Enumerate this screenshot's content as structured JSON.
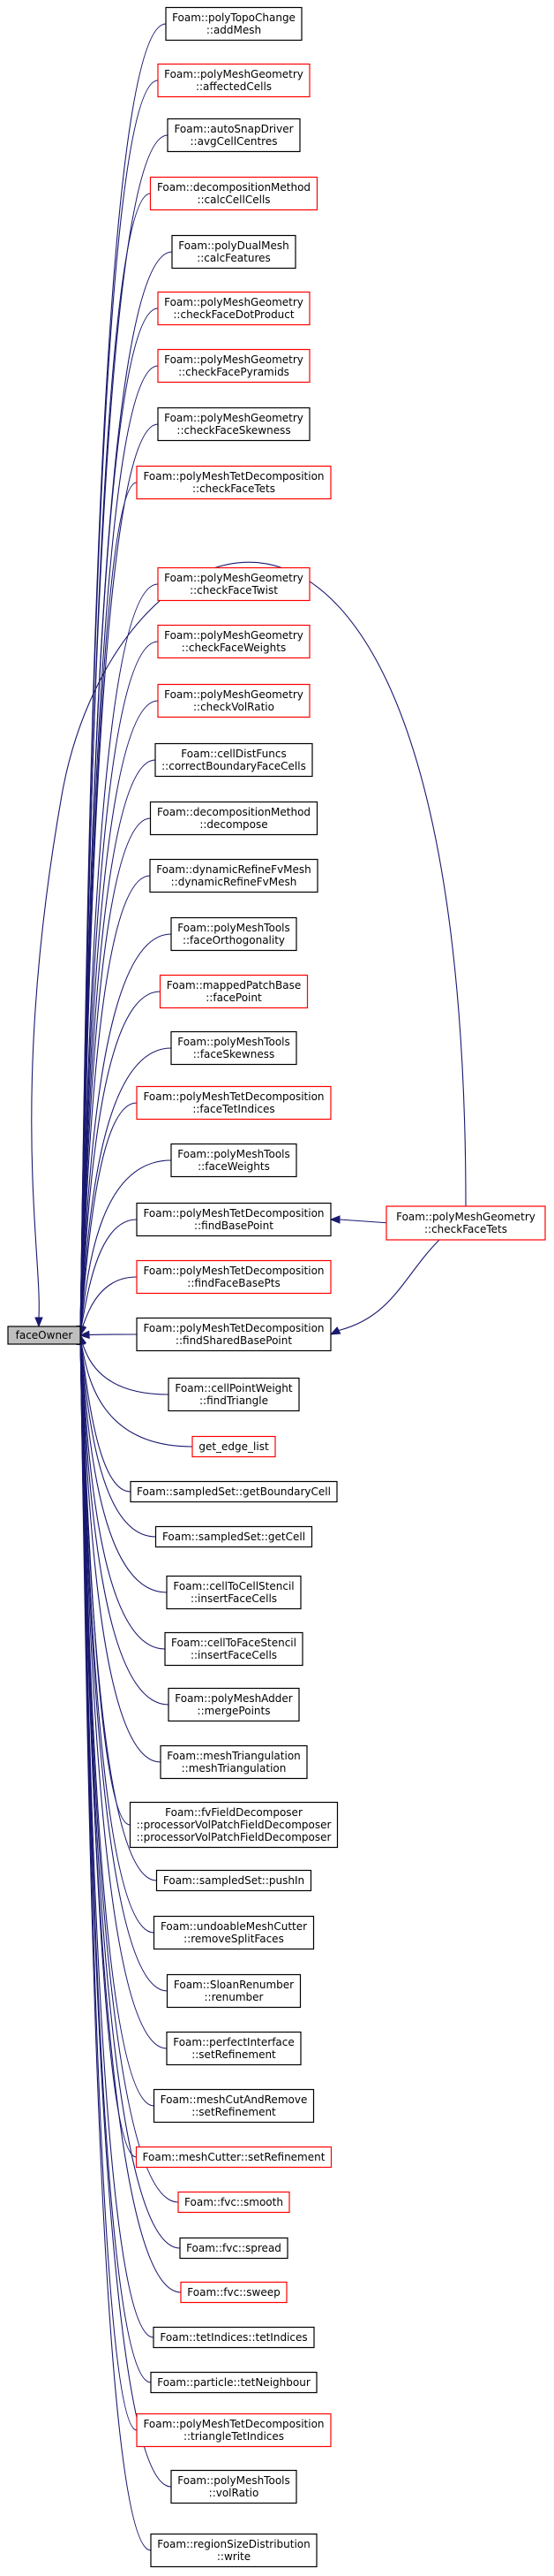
{
  "colors": {
    "edge": "#191970",
    "border_black": "#000000",
    "border_red": "#ff0000",
    "focus_fill": "#bfbfbf"
  },
  "root": {
    "id": "root",
    "lines": [
      "faceOwner"
    ],
    "border": "black",
    "focus": true
  },
  "nodes": [
    {
      "id": "n0",
      "lines": [
        "Foam::polyTopoChange",
        "::addMesh"
      ],
      "border": "black"
    },
    {
      "id": "n1",
      "lines": [
        "Foam::polyMeshGeometry",
        "::affectedCells"
      ],
      "border": "red"
    },
    {
      "id": "n2",
      "lines": [
        "Foam::autoSnapDriver",
        "::avgCellCentres"
      ],
      "border": "black"
    },
    {
      "id": "n3",
      "lines": [
        "Foam::decompositionMethod",
        "::calcCellCells"
      ],
      "border": "red"
    },
    {
      "id": "n4",
      "lines": [
        "Foam::polyDualMesh",
        "::calcFeatures"
      ],
      "border": "black"
    },
    {
      "id": "n5",
      "lines": [
        "Foam::polyMeshGeometry",
        "::checkFaceDotProduct"
      ],
      "border": "red"
    },
    {
      "id": "n6",
      "lines": [
        "Foam::polyMeshGeometry",
        "::checkFacePyramids"
      ],
      "border": "red"
    },
    {
      "id": "n7",
      "lines": [
        "Foam::polyMeshGeometry",
        "::checkFaceSkewness"
      ],
      "border": "black"
    },
    {
      "id": "n8",
      "lines": [
        "Foam::polyMeshTetDecomposition",
        "::checkFaceTets"
      ],
      "border": "red"
    },
    {
      "id": "n9",
      "lines": [
        "Foam::polyMeshGeometry",
        "::checkFaceTwist"
      ],
      "border": "red"
    },
    {
      "id": "n10",
      "lines": [
        "Foam::polyMeshGeometry",
        "::checkFaceWeights"
      ],
      "border": "red"
    },
    {
      "id": "n11",
      "lines": [
        "Foam::polyMeshGeometry",
        "::checkVolRatio"
      ],
      "border": "red"
    },
    {
      "id": "n12",
      "lines": [
        "Foam::cellDistFuncs",
        "::correctBoundaryFaceCells"
      ],
      "border": "black"
    },
    {
      "id": "n13",
      "lines": [
        "Foam::decompositionMethod",
        "::decompose"
      ],
      "border": "black"
    },
    {
      "id": "n14",
      "lines": [
        "Foam::dynamicRefineFvMesh",
        "::dynamicRefineFvMesh"
      ],
      "border": "black"
    },
    {
      "id": "n15",
      "lines": [
        "Foam::polyMeshTools",
        "::faceOrthogonality"
      ],
      "border": "black"
    },
    {
      "id": "n16",
      "lines": [
        "Foam::mappedPatchBase",
        "::facePoint"
      ],
      "border": "red"
    },
    {
      "id": "n17",
      "lines": [
        "Foam::polyMeshTools",
        "::faceSkewness"
      ],
      "border": "black"
    },
    {
      "id": "n18",
      "lines": [
        "Foam::polyMeshTetDecomposition",
        "::faceTetIndices"
      ],
      "border": "red"
    },
    {
      "id": "n19",
      "lines": [
        "Foam::polyMeshTools",
        "::faceWeights"
      ],
      "border": "black"
    },
    {
      "id": "n20",
      "lines": [
        "Foam::polyMeshTetDecomposition",
        "::findBasePoint"
      ],
      "border": "black"
    },
    {
      "id": "n21",
      "lines": [
        "Foam::polyMeshTetDecomposition",
        "::findFaceBasePts"
      ],
      "border": "red"
    },
    {
      "id": "n22",
      "lines": [
        "Foam::polyMeshTetDecomposition",
        "::findSharedBasePoint"
      ],
      "border": "black"
    },
    {
      "id": "n23",
      "lines": [
        "Foam::cellPointWeight",
        "::findTriangle"
      ],
      "border": "black"
    },
    {
      "id": "n24",
      "lines": [
        "get_edge_list"
      ],
      "border": "red"
    },
    {
      "id": "n25",
      "lines": [
        "Foam::sampledSet::getBoundaryCell"
      ],
      "border": "black"
    },
    {
      "id": "n26",
      "lines": [
        "Foam::sampledSet::getCell"
      ],
      "border": "black"
    },
    {
      "id": "n27",
      "lines": [
        "Foam::cellToCellStencil",
        "::insertFaceCells"
      ],
      "border": "black"
    },
    {
      "id": "n28",
      "lines": [
        "Foam::cellToFaceStencil",
        "::insertFaceCells"
      ],
      "border": "black"
    },
    {
      "id": "n29",
      "lines": [
        "Foam::polyMeshAdder",
        "::mergePoints"
      ],
      "border": "black"
    },
    {
      "id": "n30",
      "lines": [
        "Foam::meshTriangulation",
        "::meshTriangulation"
      ],
      "border": "black"
    },
    {
      "id": "n31",
      "lines": [
        "Foam::fvFieldDecomposer",
        "::processorVolPatchFieldDecomposer",
        "::processorVolPatchFieldDecomposer"
      ],
      "border": "black"
    },
    {
      "id": "n32",
      "lines": [
        "Foam::sampledSet::pushIn"
      ],
      "border": "black"
    },
    {
      "id": "n33",
      "lines": [
        "Foam::undoableMeshCutter",
        "::removeSplitFaces"
      ],
      "border": "black"
    },
    {
      "id": "n34",
      "lines": [
        "Foam::SloanRenumber",
        "::renumber"
      ],
      "border": "black"
    },
    {
      "id": "n35",
      "lines": [
        "Foam::perfectInterface",
        "::setRefinement"
      ],
      "border": "black"
    },
    {
      "id": "n36",
      "lines": [
        "Foam::meshCutAndRemove",
        "::setRefinement"
      ],
      "border": "black"
    },
    {
      "id": "n37",
      "lines": [
        "Foam::meshCutter::setRefinement"
      ],
      "border": "red"
    },
    {
      "id": "n38",
      "lines": [
        "Foam::fvc::smooth"
      ],
      "border": "red"
    },
    {
      "id": "n39",
      "lines": [
        "Foam::fvc::spread"
      ],
      "border": "black"
    },
    {
      "id": "n40",
      "lines": [
        "Foam::fvc::sweep"
      ],
      "border": "red"
    },
    {
      "id": "n41",
      "lines": [
        "Foam::tetIndices::tetIndices"
      ],
      "border": "black"
    },
    {
      "id": "n42",
      "lines": [
        "Foam::particle::tetNeighbour"
      ],
      "border": "black"
    },
    {
      "id": "n43",
      "lines": [
        "Foam::polyMeshTetDecomposition",
        "::triangleTetIndices"
      ],
      "border": "red"
    },
    {
      "id": "n44",
      "lines": [
        "Foam::polyMeshTools",
        "::volRatio"
      ],
      "border": "black"
    },
    {
      "id": "n45",
      "lines": [
        "Foam::regionSizeDistribution",
        "::write"
      ],
      "border": "black"
    },
    {
      "id": "r1",
      "lines": [
        "Foam::polyMeshGeometry",
        "::checkFaceTets"
      ],
      "border": "red"
    }
  ],
  "edges": [
    {
      "from": "n0",
      "to": "root"
    },
    {
      "from": "n1",
      "to": "root"
    },
    {
      "from": "n2",
      "to": "root"
    },
    {
      "from": "n3",
      "to": "root"
    },
    {
      "from": "n4",
      "to": "root"
    },
    {
      "from": "n5",
      "to": "root"
    },
    {
      "from": "n6",
      "to": "root"
    },
    {
      "from": "n7",
      "to": "root"
    },
    {
      "from": "n8",
      "to": "root"
    },
    {
      "from": "n9",
      "to": "root"
    },
    {
      "from": "n10",
      "to": "root"
    },
    {
      "from": "n11",
      "to": "root"
    },
    {
      "from": "n12",
      "to": "root"
    },
    {
      "from": "n13",
      "to": "root"
    },
    {
      "from": "n14",
      "to": "root"
    },
    {
      "from": "n15",
      "to": "root"
    },
    {
      "from": "n16",
      "to": "root"
    },
    {
      "from": "n17",
      "to": "root"
    },
    {
      "from": "n18",
      "to": "root"
    },
    {
      "from": "n19",
      "to": "root"
    },
    {
      "from": "n20",
      "to": "root"
    },
    {
      "from": "n21",
      "to": "root"
    },
    {
      "from": "n22",
      "to": "root"
    },
    {
      "from": "n23",
      "to": "root"
    },
    {
      "from": "n24",
      "to": "root"
    },
    {
      "from": "n25",
      "to": "root"
    },
    {
      "from": "n26",
      "to": "root"
    },
    {
      "from": "n27",
      "to": "root"
    },
    {
      "from": "n28",
      "to": "root"
    },
    {
      "from": "n29",
      "to": "root"
    },
    {
      "from": "n30",
      "to": "root"
    },
    {
      "from": "n31",
      "to": "root"
    },
    {
      "from": "n32",
      "to": "root"
    },
    {
      "from": "n33",
      "to": "root"
    },
    {
      "from": "n34",
      "to": "root"
    },
    {
      "from": "n35",
      "to": "root"
    },
    {
      "from": "n36",
      "to": "root"
    },
    {
      "from": "n37",
      "to": "root"
    },
    {
      "from": "n38",
      "to": "root"
    },
    {
      "from": "n39",
      "to": "root"
    },
    {
      "from": "n40",
      "to": "root"
    },
    {
      "from": "n41",
      "to": "root"
    },
    {
      "from": "n42",
      "to": "root"
    },
    {
      "from": "n43",
      "to": "root"
    },
    {
      "from": "n44",
      "to": "root"
    },
    {
      "from": "n45",
      "to": "root"
    },
    {
      "from": "r1",
      "to": "root"
    },
    {
      "from": "r1",
      "to": "n20"
    },
    {
      "from": "r1",
      "to": "n22"
    }
  ]
}
